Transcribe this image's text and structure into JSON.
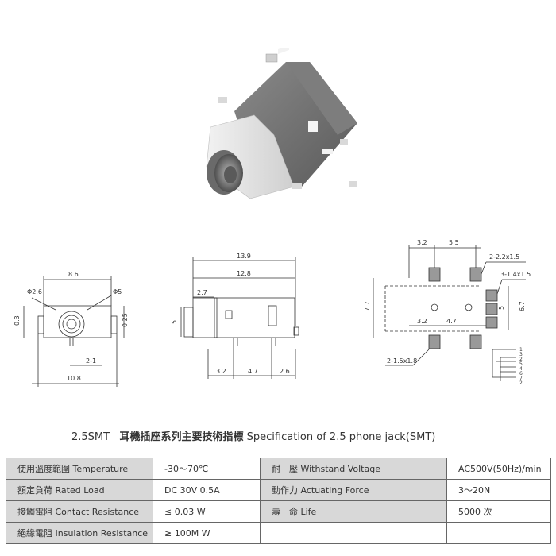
{
  "drawing": {
    "front": {
      "width_overall": "10.8",
      "width_top": "8.6",
      "hole_small": "Φ2.6",
      "hole_large": "Φ5",
      "left_offset": "0.3",
      "right_offset": "0.25",
      "pin_offset": "2-1"
    },
    "side": {
      "length_overall": "13.9",
      "length_body": "12.8",
      "nose": "2.7",
      "height": "5",
      "pitch_a": "3.2",
      "pitch_b": "4.7",
      "pitch_c": "2.6"
    },
    "footprint": {
      "top_a": "3.2",
      "top_b": "5.5",
      "pad_large": "2-2.2x1.5",
      "pad_small": "3-1.4x1.5",
      "height_left": "7.7",
      "height_right": "6.7",
      "mid_gap": "5",
      "mid_a": "3.2",
      "mid_b": "4.7",
      "hole_spec": "2-1.5x1.8",
      "pin_labels": [
        "1",
        "3",
        "2",
        "5",
        "4",
        "6",
        "7",
        "2"
      ]
    }
  },
  "title": {
    "prefix": "2.5SMT",
    "chinese": "耳機插座系列主要技術指標",
    "english": "Specification of 2.5 phone jack(SMT)"
  },
  "spec_table": {
    "rows": [
      {
        "label1": "使用溫度範圍 Temperature",
        "value1": "-30～70℃",
        "label2": "耐　壓 Withstand Voltage",
        "value2": "AC500V(50Hz)/min"
      },
      {
        "label1": "額定負荷  Rated Load",
        "value1": "DC  30V  0.5A",
        "label2": "動作力  Actuating Force",
        "value2": "3～20N"
      },
      {
        "label1": "接觸電阻  Contact Resistance",
        "value1": "≤ 0.03 W",
        "label2": "壽　命  Life",
        "value2": "5000 次"
      },
      {
        "label1": "絕緣電阻  Insulation Resistance",
        "value1": "≥ 100M W",
        "label2": "",
        "value2": ""
      }
    ]
  },
  "colors": {
    "header_cell": "#d8d8d8",
    "body_dark": "#6f6f6f",
    "body_light": "#e4e4e4"
  }
}
